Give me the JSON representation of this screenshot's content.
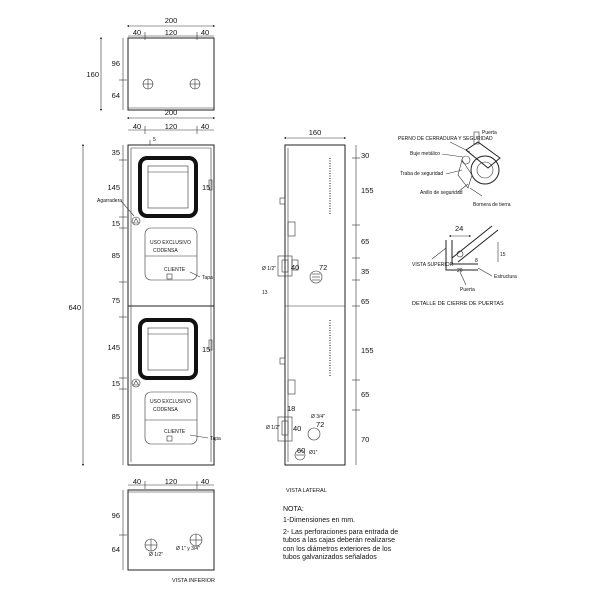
{
  "top_view": {
    "overall_width": "200",
    "segments": [
      "40",
      "120",
      "40"
    ],
    "heights": [
      "160",
      "96",
      "64"
    ]
  },
  "front_view": {
    "overall_width": "200",
    "segments": [
      "40",
      "120",
      "40"
    ],
    "offset": "5",
    "total_height": "640",
    "heights": [
      "35",
      "145",
      "15",
      "85",
      "75",
      "145",
      "15",
      "85"
    ],
    "window_dims": [
      "15",
      "15"
    ],
    "label_grounding": "Agarradera",
    "label_panel_line1": "USO EXCLUSIVO",
    "label_panel_line2": "CODENSA",
    "label_cliente": "CLIENTE",
    "label_tapa": "Tapa"
  },
  "side_view": {
    "width": "160",
    "heights": [
      "30",
      "155",
      "65",
      "35",
      "65",
      "155",
      "65",
      "70"
    ],
    "pipe_1": "Ø 1/2\"",
    "pipe_2": "Ø 1/2\"",
    "pipe_3": "Ø 3/4\"",
    "dim_40a": "40",
    "dim_40b": "40",
    "dim_72a": "72",
    "dim_72b": "72",
    "dim_13": "13",
    "dim_18": "18",
    "dim_60": "60",
    "dim_60b": "Ø1\"",
    "caption": "VISTA LATERAL"
  },
  "detail_lock": {
    "label_bolt": "PERNO DE CERRADURA Y SEGURIDAD",
    "label_door_top": "Puerta",
    "label_bushing": "Buje metálico",
    "label_security_lock": "Traba de seguridad",
    "label_security_ring": "Anillo de seguridad",
    "label_ground": "Bornera de tierra"
  },
  "detail_door": {
    "dim_24": "24",
    "dim_15": "15",
    "dim_20": "20",
    "dim_8": "8",
    "label_view": "VISTA SUPERIOR",
    "label_door": "Puerta",
    "label_structure": "Estructura",
    "caption": "DETALLE DE CIERRE DE PUERTAS"
  },
  "bottom_view": {
    "segments": [
      "40",
      "120",
      "40"
    ],
    "heights": [
      "96",
      "64"
    ],
    "pipe_1": "Ø 1/2\"",
    "pipe_2": "Ø 1\" y 3/4\"",
    "caption": "VISTA INFERIOR"
  },
  "notes": {
    "title": "NOTA:",
    "item_1": "1-Dimensiones en mm.",
    "item_2": "2- Las perforaciones para entrada de tubos a las cajas deberán realizarse con los diámetros exteriores de los tubos galvanizados señalados"
  }
}
